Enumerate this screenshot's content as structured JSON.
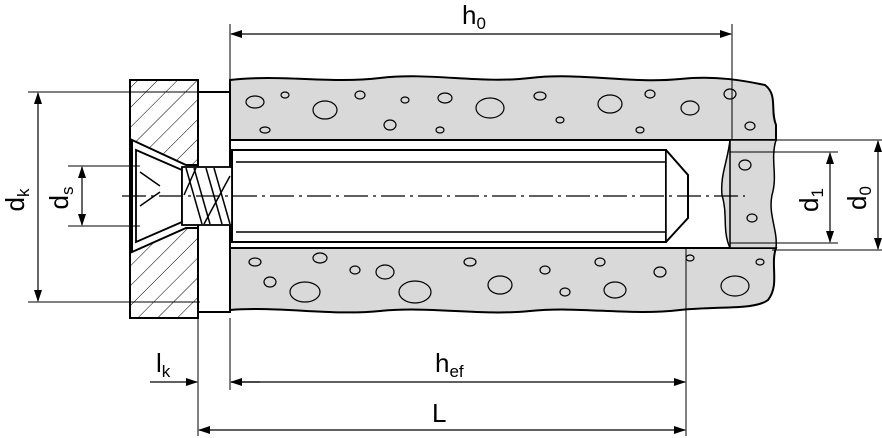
{
  "labels": {
    "h0": {
      "main": "h",
      "sub": "0"
    },
    "dk": {
      "main": "d",
      "sub": "k"
    },
    "ds": {
      "main": "d",
      "sub": "s"
    },
    "d1": {
      "main": "d",
      "sub": "1"
    },
    "d0": {
      "main": "d",
      "sub": "0"
    },
    "lk": {
      "main": "l",
      "sub": "k"
    },
    "hef": {
      "main": "h",
      "sub": "ef"
    },
    "L": {
      "main": "L",
      "sub": ""
    }
  },
  "colors": {
    "line": "#000000",
    "concrete_fill": "#d9d9d9",
    "hatch": "#000000",
    "background": "#ffffff"
  }
}
